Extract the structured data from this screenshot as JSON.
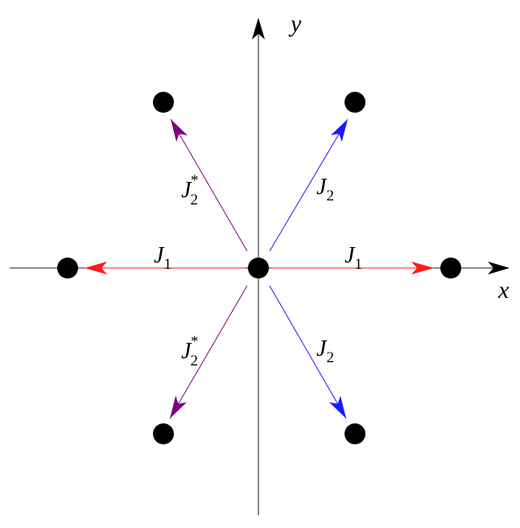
{
  "axes": {
    "x_label": "x",
    "y_label": "y"
  },
  "colors": {
    "axis": "#1a1a1a",
    "J1": "#ff1a1a",
    "J2": "#1a1aff",
    "J2_conj": "#800080",
    "site": "#000000"
  },
  "bonds": [
    {
      "id": "right",
      "symbol": "J",
      "subscript": "1",
      "superscript": "",
      "color_key": "J1"
    },
    {
      "id": "left",
      "symbol": "J",
      "subscript": "1",
      "superscript": "",
      "color_key": "J1"
    },
    {
      "id": "upper-right",
      "symbol": "J",
      "subscript": "2",
      "superscript": "",
      "color_key": "J2"
    },
    {
      "id": "lower-right",
      "symbol": "J",
      "subscript": "2",
      "superscript": "",
      "color_key": "J2"
    },
    {
      "id": "upper-left",
      "symbol": "J",
      "subscript": "2",
      "superscript": "*",
      "color_key": "J2_conj"
    },
    {
      "id": "lower-left",
      "symbol": "J",
      "subscript": "2",
      "superscript": "*",
      "color_key": "J2_conj"
    }
  ],
  "icons": {
    "site": "filled-circle-icon",
    "arrowhead": "arrowhead-icon"
  }
}
